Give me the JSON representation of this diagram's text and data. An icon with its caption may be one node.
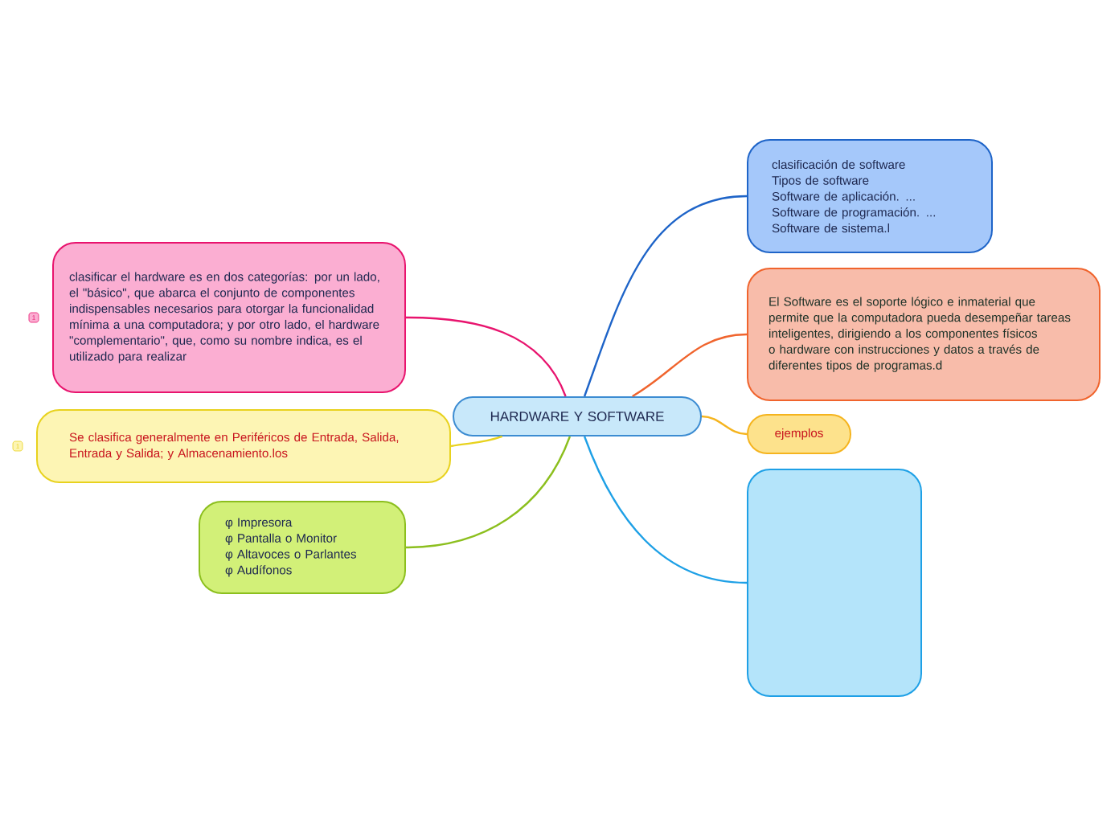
{
  "diagram": {
    "nodes": [
      {
        "text": [
          "HARDWARE Y SOFTWARE"
        ]
      },
      {
        "text": [
          "clasificar el hardware es en dos categorías: por un lado, el \"básico\", que abarca el conjunto de componentes indispensables necesarios para otorgar la funcionalidad mínima a una computadora; y por otro lado, el hardware \"complementario\", que, como su nombre indica, es el utilizado para realizar"
        ],
        "beside": [
          "1"
        ]
      },
      {
        "text": [
          "Se clasifica generalmente en Periféricos de Entrada, Salida, Entrada y Salida; y Almacenamiento.los"
        ],
        "beside": [
          "1"
        ]
      },
      {
        "text": [
          "φ Impresora",
          "φ Pantalla o Monitor",
          "φ Altavoces o Parlantes",
          "φ Audífonos"
        ]
      },
      {
        "text": [
          "clasificación de software",
          "Tipos de software",
          "Software de aplicación. ...",
          "Software de programación. ...",
          "Software de sistema.l"
        ]
      },
      {
        "text": [
          "El Software es el soporte lógico e inmaterial que permite que la computadora pueda desempeñar tareas inteligentes, dirigiendo a los componentes físicos o hardware con instrucciones y datos a través de diferentes tipos de programas.d"
        ]
      },
      {
        "text": [
          "ejemplos"
        ]
      },
      {
        "text": [],
        "shape": "box"
      }
    ],
    "edges": [
      {
        "from": 0,
        "to": 1,
        "arrow": "none",
        "color": "#e8146e"
      },
      {
        "from": 0,
        "to": 2,
        "arrow": "none",
        "color": "#e8d21e"
      },
      {
        "from": 0,
        "to": 3,
        "arrow": "none",
        "color": "#8cbf1e"
      },
      {
        "from": 0,
        "to": 4,
        "arrow": "none",
        "color": "#1e64c8"
      },
      {
        "from": 0,
        "to": 5,
        "arrow": "none",
        "color": "#f0642d"
      },
      {
        "from": 0,
        "to": 6,
        "arrow": "none",
        "color": "#f5b41e"
      },
      {
        "from": 0,
        "to": 7,
        "arrow": "none",
        "color": "#1ea0e6"
      }
    ]
  }
}
